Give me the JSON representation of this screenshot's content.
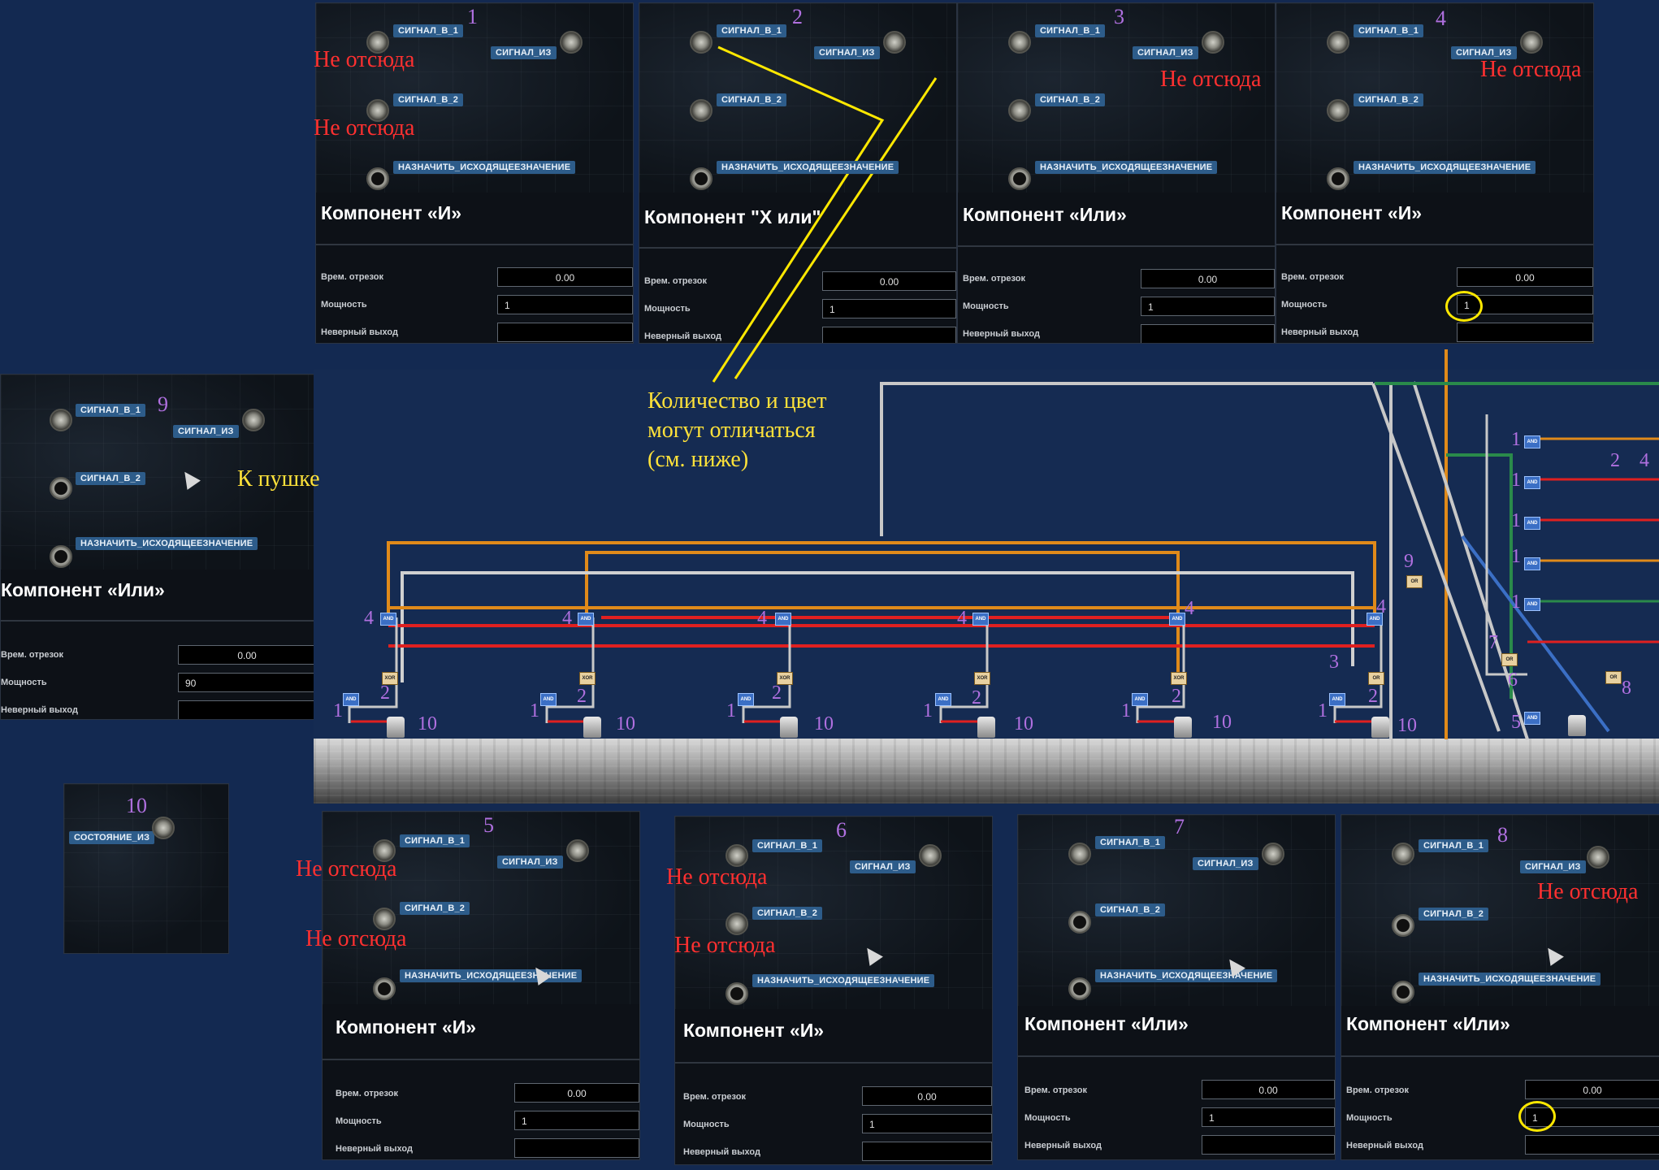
{
  "colors": {
    "background": "#132951",
    "annotation_red": "#ff3030",
    "annotation_yellow": "#ffe23a",
    "index_purple": "#b070e0",
    "pin_label": "#2d5c8a"
  },
  "labels": {
    "signal_in_1": "СИГНАЛ_В_1",
    "signal_in_2": "СИГНАЛ_В_2",
    "signal_out": "СИГНАЛ_ИЗ",
    "set_output": "НАЗНАЧИТЬ_ИСХОДЯЩЕЕЗНАЧЕНИЕ",
    "state_out": "СОСТОЯНИЕ_ИЗ",
    "field_time": "Врем. отрезок",
    "field_power": "Мощность",
    "field_wrong": "Неверный выход"
  },
  "annotations": {
    "not_from_here": "Не отсюда",
    "to_gun": "К пушке",
    "note_line1": "Количество и цвет",
    "note_line2": "могут отличаться",
    "note_line3": "(см. ниже)"
  },
  "panels": [
    {
      "index": "1",
      "title": "Компонент «И»",
      "time": "0.00",
      "power": "1",
      "wrong": ""
    },
    {
      "index": "2",
      "title": "Компонент \"Х или\"",
      "time": "0.00",
      "power": "1",
      "wrong": ""
    },
    {
      "index": "3",
      "title": "Компонент «Или»",
      "time": "0.00",
      "power": "1",
      "wrong": ""
    },
    {
      "index": "4",
      "title": "Компонент «И»",
      "time": "0.00",
      "power": "1",
      "wrong": ""
    },
    {
      "index": "9",
      "title": "Компонент «Или»",
      "time": "0.00",
      "power": "90",
      "wrong": ""
    },
    {
      "index": "10"
    },
    {
      "index": "5",
      "title": "Компонент «И»",
      "time": "0.00",
      "power": "1",
      "wrong": ""
    },
    {
      "index": "6",
      "title": "Компонент «И»",
      "time": "0.00",
      "power": "1",
      "wrong": ""
    },
    {
      "index": "7",
      "title": "Компонент «Или»",
      "time": "0.00",
      "power": "1",
      "wrong": ""
    },
    {
      "index": "8",
      "title": "Компонент «Или»",
      "time": "0.00",
      "power": "1",
      "wrong": ""
    }
  ],
  "map": {
    "gate_and": "AND",
    "gate_xor": "XOR",
    "gate_or": "OR",
    "numbers": [
      "1",
      "2",
      "3",
      "4",
      "5",
      "6",
      "7",
      "8",
      "9",
      "10"
    ]
  }
}
